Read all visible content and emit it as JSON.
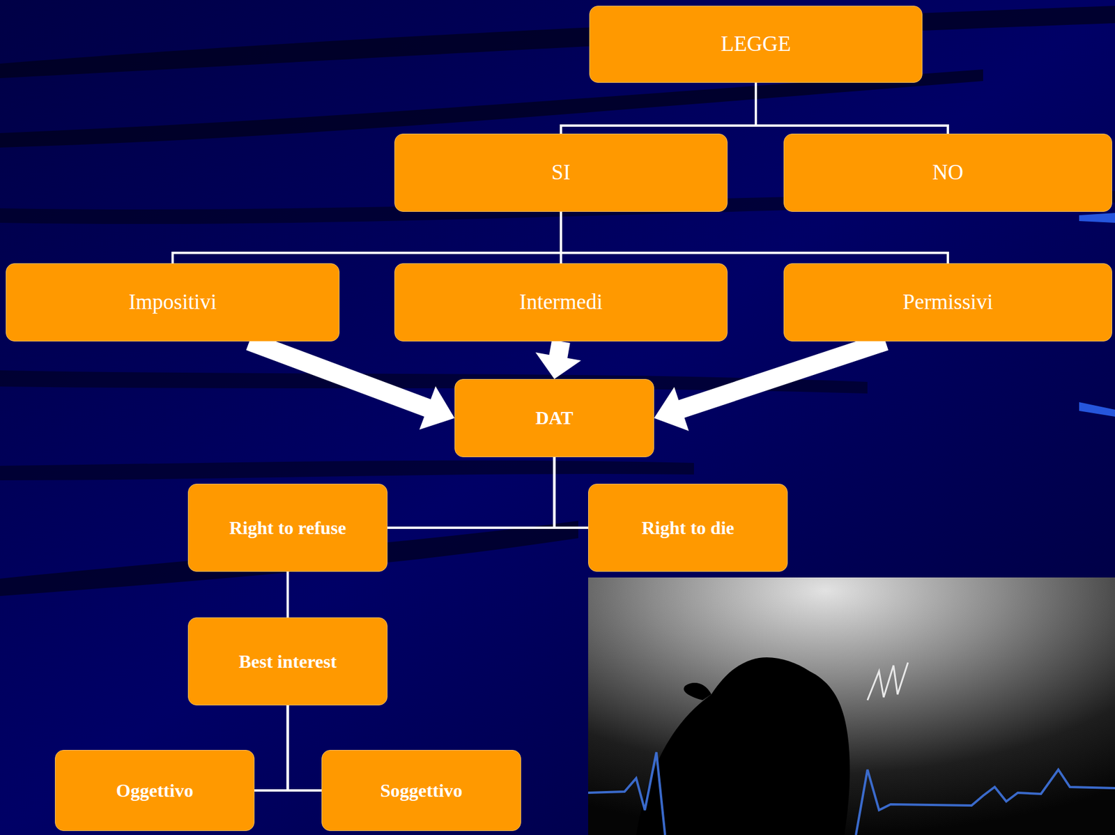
{
  "diagram": {
    "nodes": [
      {
        "text": [
          "LEGGE"
        ]
      },
      {
        "text": [
          "SI"
        ]
      },
      {
        "text": [
          "NO"
        ]
      },
      {
        "text": [
          "Impositivi"
        ]
      },
      {
        "text": [
          "Intermedi"
        ]
      },
      {
        "text": [
          "Permissivi"
        ]
      },
      {
        "text": [
          "DAT"
        ]
      },
      {
        "text": [
          "Right to refuse"
        ]
      },
      {
        "text": [
          "Right to die"
        ]
      },
      {
        "text": [
          "Best interest"
        ]
      },
      {
        "text": [
          "Oggettivo"
        ]
      },
      {
        "text": [
          "Soggettivo"
        ]
      }
    ],
    "edges": [
      {
        "from": 0,
        "to": 1,
        "arrow": "none"
      },
      {
        "from": 0,
        "to": 2,
        "arrow": "none"
      },
      {
        "from": 1,
        "to": 3,
        "arrow": "none"
      },
      {
        "from": 1,
        "to": 4,
        "arrow": "none"
      },
      {
        "from": 1,
        "to": 5,
        "arrow": "none"
      },
      {
        "from": 3,
        "to": 6,
        "arrow": "to"
      },
      {
        "from": 4,
        "to": 6,
        "arrow": "to"
      },
      {
        "from": 5,
        "to": 6,
        "arrow": "to"
      },
      {
        "from": 6,
        "to": 7,
        "arrow": "none"
      },
      {
        "from": 6,
        "to": 8,
        "arrow": "none"
      },
      {
        "from": 7,
        "to": 9,
        "arrow": "none"
      },
      {
        "from": 9,
        "to": 10,
        "arrow": "none"
      },
      {
        "from": 9,
        "to": 11,
        "arrow": "none"
      }
    ]
  }
}
